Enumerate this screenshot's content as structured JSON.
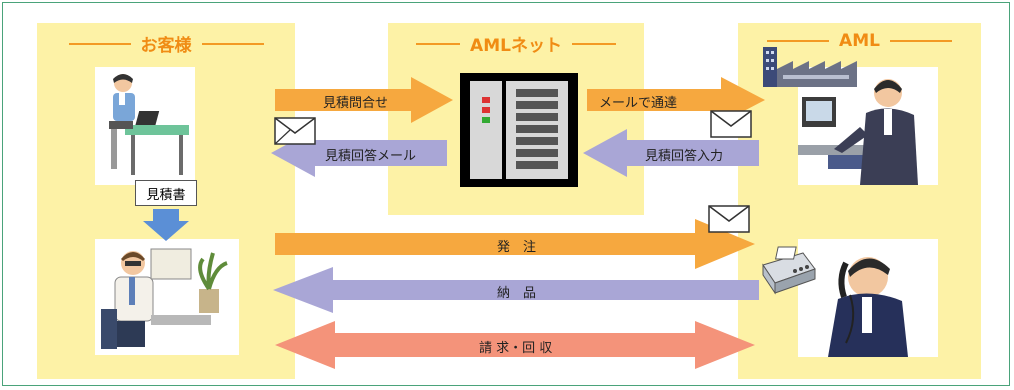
{
  "columns": {
    "customer": "お客様",
    "network": "AMLネット",
    "company": "AML"
  },
  "flows": {
    "quote_inquiry": "見積問合せ",
    "quote_reply_mail": "見積回答メール",
    "mail_notice": "メールで通達",
    "quote_reply_input": "見積回答入力",
    "order": "発　注",
    "delivery": "納　品",
    "billing": "請 求・回 収"
  },
  "documents": {
    "quote_sheet": "見積書"
  },
  "colors": {
    "column_fill": "#fdf2a6",
    "header_text": "#f08c14",
    "orange_arrow": "#f6a83f",
    "purple_arrow": "#a9a6d6",
    "salmon_arrow": "#f4937a",
    "blue_arrow": "#5b8fd6",
    "frame_border": "#4aa37a"
  },
  "icons": [
    "envelope-icon",
    "server-icon",
    "building-icon",
    "fax-icon"
  ]
}
